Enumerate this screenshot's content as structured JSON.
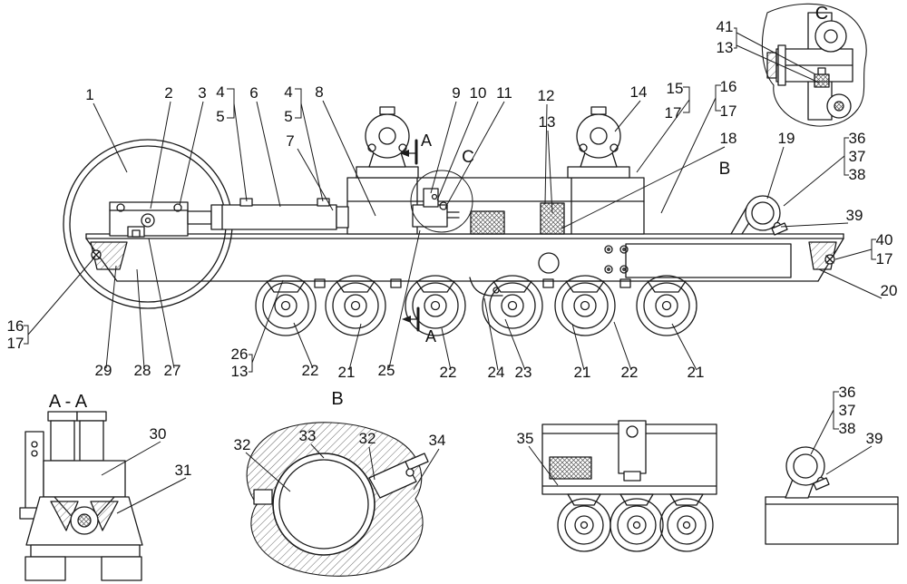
{
  "drawing": {
    "background": "#ffffff",
    "ink": "#1a1a1a"
  },
  "callouts": {
    "n1": "1",
    "n2": "2",
    "n3": "3",
    "n4a": "4",
    "n5a": "5",
    "n6": "6",
    "n4b": "4",
    "n5b": "5",
    "n7": "7",
    "n8": "8",
    "n9": "9",
    "n10": "10",
    "n11": "11",
    "n12": "12",
    "n13a": "13",
    "n14": "14",
    "n15": "15",
    "n17a": "17",
    "n16a": "16",
    "n17b": "17",
    "n18": "18",
    "n19": "19",
    "n36a": "36",
    "n37a": "37",
    "n38a": "38",
    "n39a": "39",
    "n40": "40",
    "n17c": "17",
    "n20": "20",
    "n16b": "16",
    "n17d": "17",
    "n29": "29",
    "n28": "28",
    "n27": "27",
    "n26": "26",
    "n13b": "13",
    "n22a": "22",
    "n21a": "21",
    "n25": "25",
    "n22b": "22",
    "n24": "24",
    "n23": "23",
    "n21b": "21",
    "n22c": "22",
    "n21c": "21",
    "n41": "41",
    "n13c": "13",
    "n30": "30",
    "n31": "31",
    "n32a": "32",
    "n33": "33",
    "n32b": "32",
    "n34": "34",
    "n35": "35",
    "n36b": "36",
    "n37b": "37",
    "n38b": "38",
    "n39b": "39"
  },
  "section_labels": {
    "a_marker_top": "A",
    "a_marker_bottom": "A",
    "b_side": "B",
    "c_circle": "C",
    "c_detail_title": "C",
    "aa_title": "A - A",
    "b_title": "B"
  }
}
